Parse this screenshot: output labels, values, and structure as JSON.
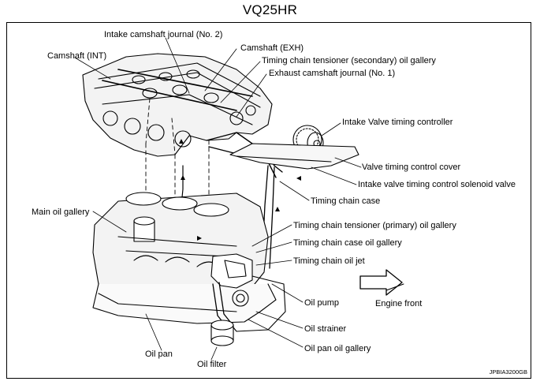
{
  "title": "VQ25HR",
  "labels": {
    "intake_cam_journal_2": "Intake camshaft journal (No. 2)",
    "camshaft_int": "Camshaft (INT)",
    "camshaft_exh": "Camshaft (EXH)",
    "tensioner_secondary_gallery": "Timing chain tensioner (secondary) oil gallery",
    "exhaust_cam_journal_1": "Exhaust camshaft journal (No. 1)",
    "intake_vtc": "Intake Valve timing controller",
    "vtc_cover": "Valve timing control cover",
    "intake_vtc_solenoid": "Intake valve timing control solenoid valve",
    "timing_chain_case": "Timing chain case",
    "main_oil_gallery": "Main oil gallery",
    "tensioner_primary_gallery": "Timing chain tensioner (primary) oil gallery",
    "chain_case_gallery": "Timing chain case oil gallery",
    "chain_oil_jet": "Timing chain oil jet",
    "oil_pump": "Oil pump",
    "engine_front": "Engine front",
    "oil_strainer": "Oil strainer",
    "oil_pan_gallery": "Oil pan oil gallery",
    "oil_pan": "Oil pan",
    "oil_filter": "Oil filter"
  },
  "figure_code": "JPBIA3200GB"
}
